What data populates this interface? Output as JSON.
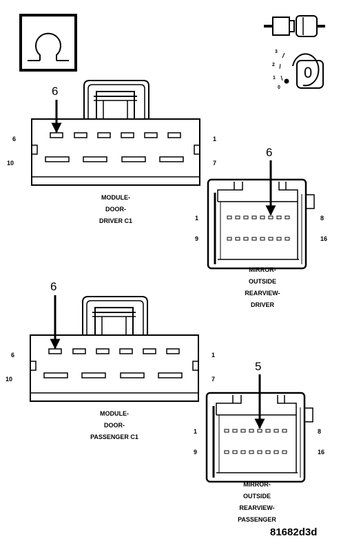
{
  "key_positions": [
    "3",
    "2",
    "1",
    "0"
  ],
  "key_label": "0",
  "connectors": [
    {
      "id": "module-door-driver-c1",
      "label_lines": [
        "MODULE-",
        "DOOR-",
        "DRIVER C1"
      ],
      "callout": "6",
      "pins": {
        "top_left": "6",
        "bottom_left": "10",
        "top_right": "1",
        "bottom_right": "7"
      }
    },
    {
      "id": "mirror-outside-rearview-driver",
      "label_lines": [
        "MIRROR-",
        "OUTSIDE",
        "REARVIEW-",
        "DRIVER"
      ],
      "callout": "6",
      "pins": {
        "top_left": "1",
        "bottom_left": "9",
        "top_right": "8",
        "bottom_right": "16"
      }
    },
    {
      "id": "module-door-passenger-c1",
      "label_lines": [
        "MODULE-",
        "DOOR-",
        "PASSENGER C1"
      ],
      "callout": "6",
      "pins": {
        "top_left": "6",
        "bottom_left": "10",
        "top_right": "1",
        "bottom_right": "7"
      }
    },
    {
      "id": "mirror-outside-rearview-passenger",
      "label_lines": [
        "MIRROR-",
        "OUTSIDE",
        "REARVIEW-",
        "PASSENGER"
      ],
      "callout": "5",
      "pins": {
        "top_left": "1",
        "bottom_left": "9",
        "top_right": "8",
        "bottom_right": "16"
      }
    }
  ],
  "figure_id": "81682d3d"
}
